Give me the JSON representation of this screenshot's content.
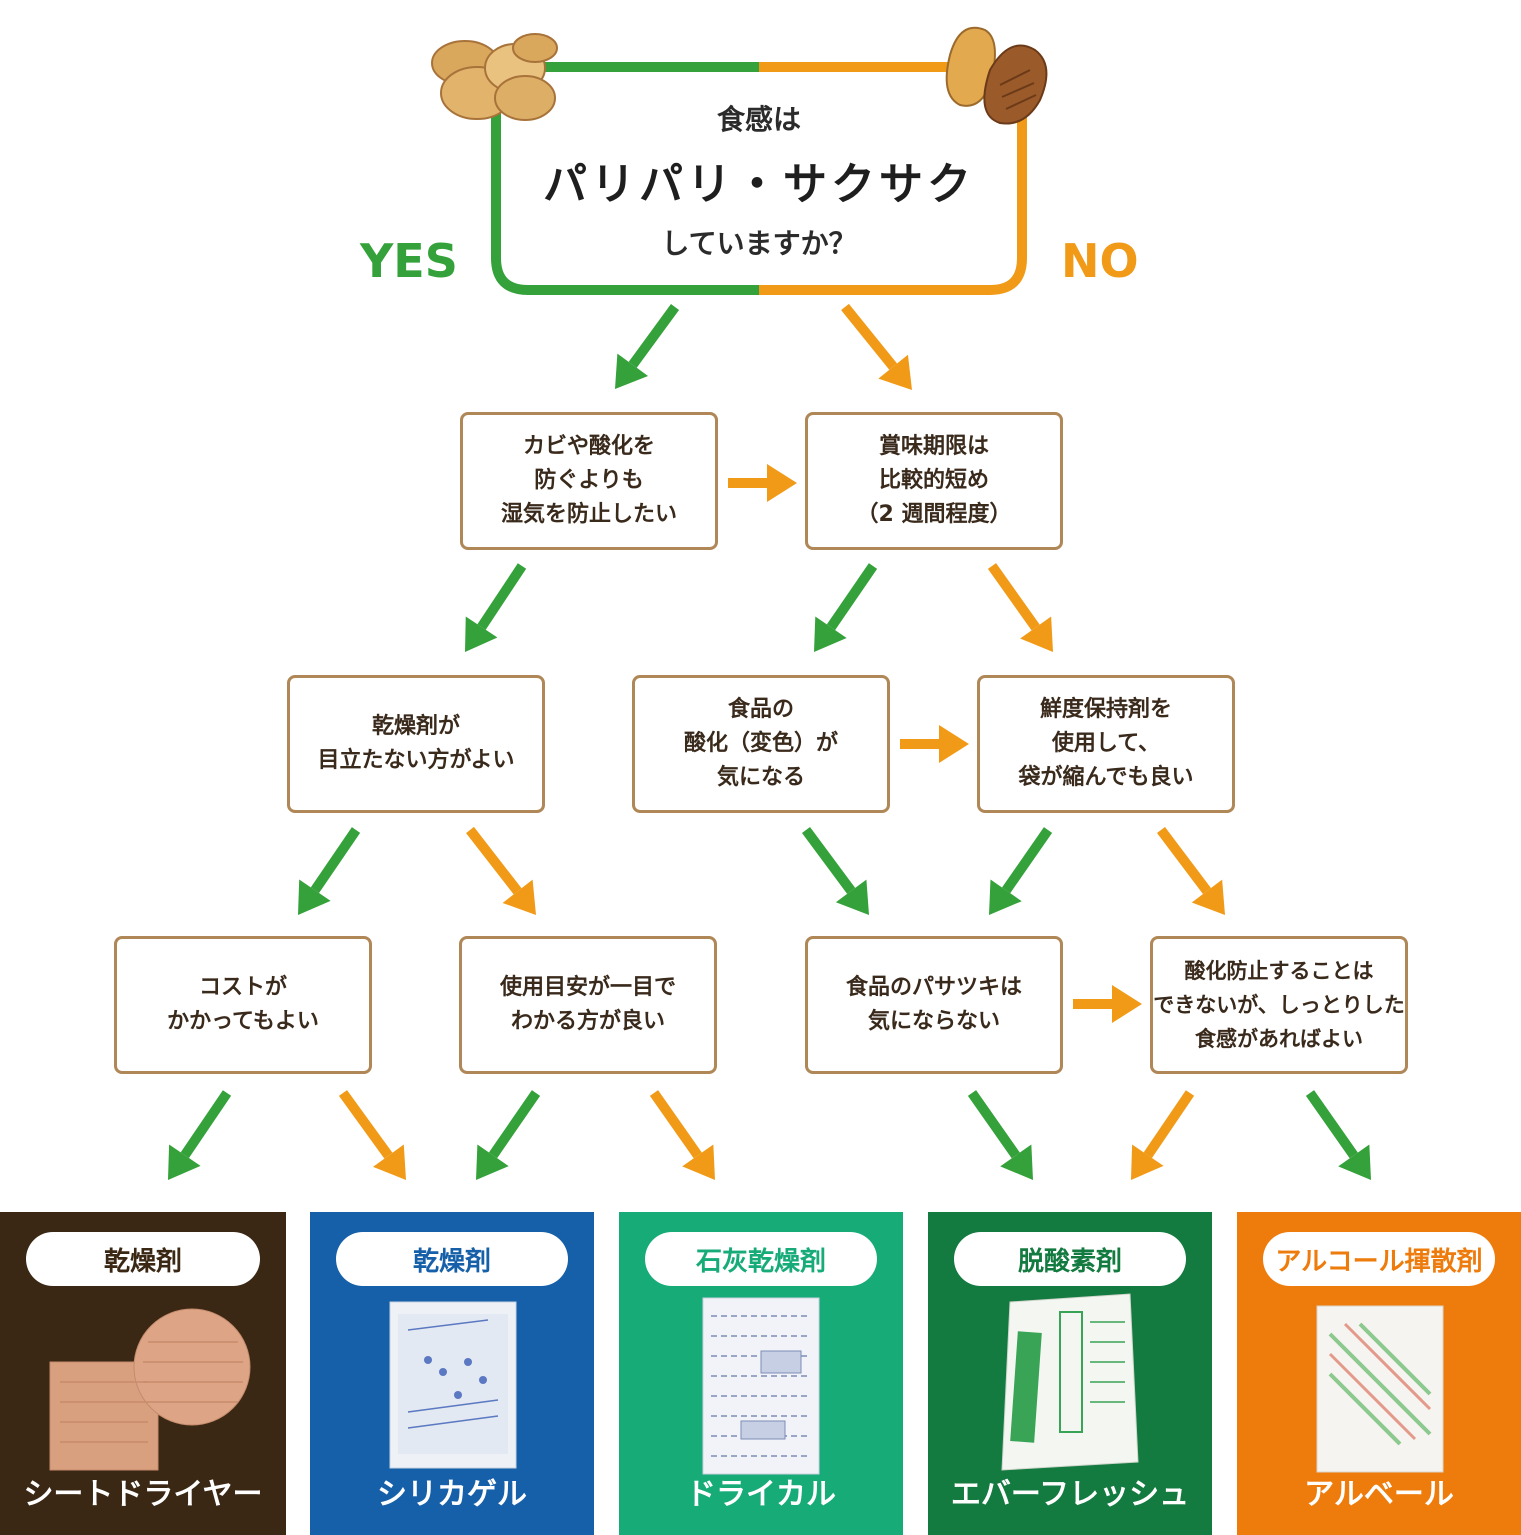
{
  "colors": {
    "yes": "#34a13a",
    "no": "#f19a17",
    "box_border": "#b08757"
  },
  "top": {
    "line1": "食感は",
    "line2": "パリパリ・サクサク",
    "line3": "していますか？"
  },
  "yes_label": "YES",
  "no_label": "NO",
  "questions": [
    {
      "lines": [
        "カビや酸化を",
        "防ぐよりも",
        "湿気を防止したい"
      ]
    },
    {
      "lines": [
        "賞味期限は",
        "比較的短め",
        "（2 週間程度）"
      ]
    },
    {
      "lines": [
        "乾燥剤が",
        "目立たない方がよい"
      ]
    },
    {
      "lines": [
        "食品の",
        "酸化（変色）が",
        "気になる"
      ]
    },
    {
      "lines": [
        "鮮度保持剤を",
        "使用して、",
        "袋が縮んでも良い"
      ]
    },
    {
      "lines": [
        "コストが",
        "かかってもよい"
      ]
    },
    {
      "lines": [
        "使用目安が一目で",
        "わかる方が良い"
      ]
    },
    {
      "lines": [
        "食品のパサツキは",
        "気にならない"
      ]
    },
    {
      "lines": [
        "酸化防止することは",
        "できないが、しっとりした",
        "食感があればよい"
      ]
    }
  ],
  "products": [
    {
      "category": "乾燥剤",
      "name": "シートドライヤー",
      "bg": "#3a2714",
      "tag_color": "#3a2714"
    },
    {
      "category": "乾燥剤",
      "name": "シリカゲル",
      "bg": "#1660aa",
      "tag_color": "#1660aa"
    },
    {
      "category": "石灰乾燥剤",
      "name": "ドライカル",
      "bg": "#17ab78",
      "tag_color": "#17ab78"
    },
    {
      "category": "脱酸素剤",
      "name": "エバーフレッシュ",
      "bg": "#137a40",
      "tag_color": "#137a40"
    },
    {
      "category": "アルコール揮散剤",
      "name": "アルベール",
      "bg": "#ee7c0d",
      "tag_color": "#ee7c0d"
    }
  ]
}
